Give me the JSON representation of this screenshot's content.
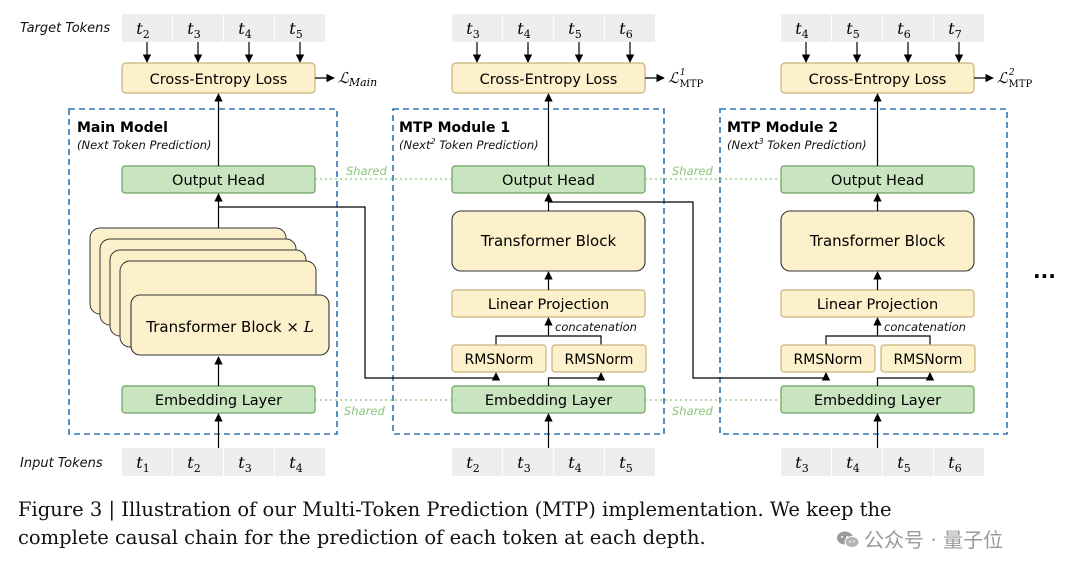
{
  "row_labels": {
    "target": "Target Tokens",
    "input": "Input Tokens"
  },
  "shared_label": "Shared",
  "loss_label": "Cross-Entropy Loss",
  "ellipsis": "...",
  "modules": [
    {
      "title": "Main Model",
      "subtitle_main": "(Next Token Prediction)",
      "subtitle_sup": "",
      "subtitle_rest": "",
      "loss_symbol": "ℒ",
      "loss_sub": "Main",
      "loss_sup": "",
      "target_tokens": [
        [
          "t",
          "2"
        ],
        [
          "t",
          "3"
        ],
        [
          "t",
          "4"
        ],
        [
          "t",
          "5"
        ]
      ],
      "input_tokens": [
        [
          "t",
          "1"
        ],
        [
          "t",
          "2"
        ],
        [
          "t",
          "3"
        ],
        [
          "t",
          "4"
        ]
      ],
      "output_head": "Output Head",
      "transformer": "Transformer Block × ",
      "transformer_L": "L",
      "embedding": "Embedding Layer"
    },
    {
      "title": "MTP Module 1",
      "subtitle_main": "(Next",
      "subtitle_sup": "2",
      "subtitle_rest": " Token Prediction)",
      "loss_symbol": "ℒ",
      "loss_sub": "MTP",
      "loss_sup": "1",
      "target_tokens": [
        [
          "t",
          "3"
        ],
        [
          "t",
          "4"
        ],
        [
          "t",
          "5"
        ],
        [
          "t",
          "6"
        ]
      ],
      "input_tokens": [
        [
          "t",
          "2"
        ],
        [
          "t",
          "3"
        ],
        [
          "t",
          "4"
        ],
        [
          "t",
          "5"
        ]
      ],
      "output_head": "Output Head",
      "transformer": "Transformer Block",
      "linear": "Linear Projection",
      "concat": "concatenation",
      "rms_left": "RMSNorm",
      "rms_right": "RMSNorm",
      "embedding": "Embedding Layer"
    },
    {
      "title": "MTP Module 2",
      "subtitle_main": "(Next",
      "subtitle_sup": "3",
      "subtitle_rest": " Token Prediction)",
      "loss_symbol": "ℒ",
      "loss_sub": "MTP",
      "loss_sup": "2",
      "target_tokens": [
        [
          "t",
          "4"
        ],
        [
          "t",
          "5"
        ],
        [
          "t",
          "6"
        ],
        [
          "t",
          "7"
        ]
      ],
      "input_tokens": [
        [
          "t",
          "3"
        ],
        [
          "t",
          "4"
        ],
        [
          "t",
          "5"
        ],
        [
          "t",
          "6"
        ]
      ],
      "output_head": "Output Head",
      "transformer": "Transformer Block",
      "linear": "Linear Projection",
      "concat": "concatenation",
      "rms_left": "RMSNorm",
      "rms_right": "RMSNorm",
      "embedding": "Embedding Layer"
    }
  ],
  "caption": {
    "line1": "Figure 3 | Illustration of our Multi-Token Prediction (MTP) implementation. We keep the",
    "line2": "complete causal chain for the prediction of each token at each depth."
  },
  "watermark": "公众号 · 量子位",
  "colors": {
    "green_fill": "#c9e5c0",
    "green_stroke": "#6a9f5f",
    "yellow_fill": "#fdf1cc",
    "yellow_stroke": "#c8b27a",
    "token_fill": "#eeeeee",
    "dash_blue": "#2e75b6",
    "shared_green": "#9cce8a",
    "line": "#000000"
  }
}
